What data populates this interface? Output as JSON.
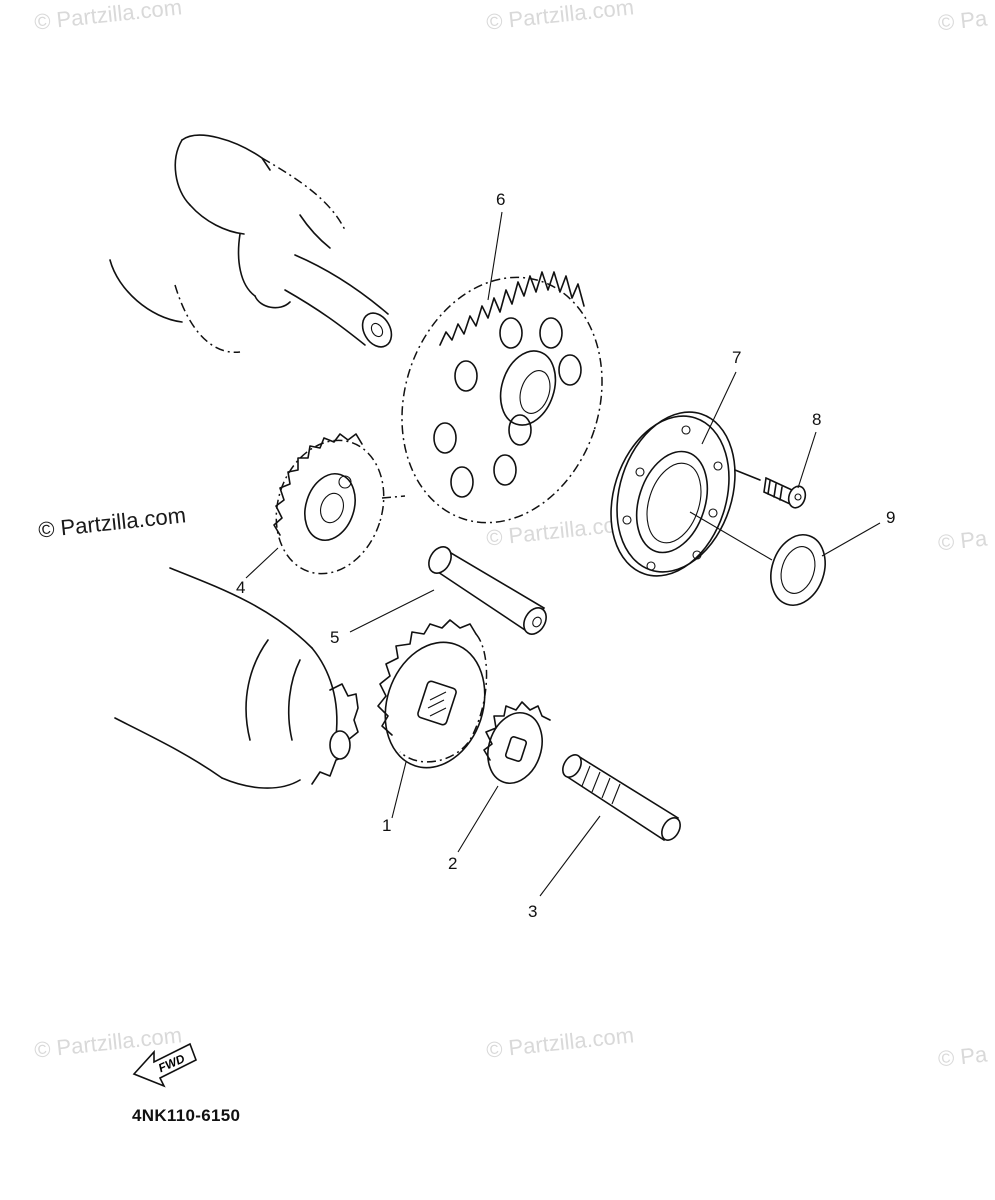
{
  "watermarks": {
    "top_left": "© Partzilla.com",
    "top_center": "© Partzilla.com",
    "top_right": "© Pa",
    "mid_left": "© Partzilla.com",
    "mid_center": "© Partzilla.com",
    "mid_right": "© Pa",
    "bottom_left": "© Partzilla.com",
    "bottom_center": "© Partzilla.com",
    "bottom_right": "© Pa"
  },
  "callouts": [
    "1",
    "2",
    "3",
    "4",
    "5",
    "6",
    "7",
    "8",
    "9"
  ],
  "fwd_label": "FWD",
  "diagram_code": "4NK110-6150"
}
